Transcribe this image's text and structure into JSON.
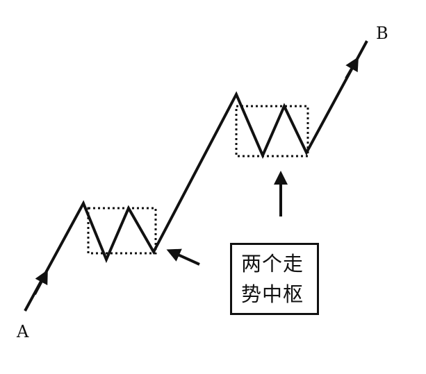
{
  "labels": {
    "start": "A",
    "end": "B"
  },
  "caption": "两个走势中枢",
  "colors": {
    "ink": "#111111",
    "background": "#ffffff"
  }
}
